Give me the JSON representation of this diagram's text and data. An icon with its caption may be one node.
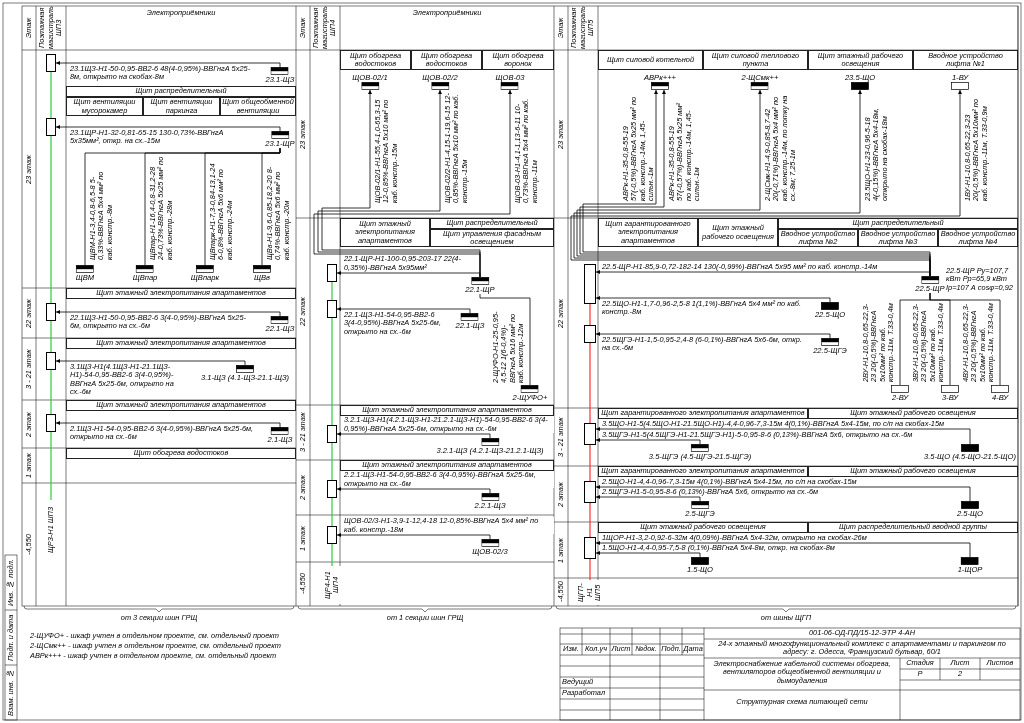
{
  "diagram": {
    "nodes": [
      {
        "text": [],
        "shape": "box"
      },
      {
        "text": [
          "23.1-ЩЗ"
        ]
      },
      {
        "text": [
          "Щит распределительный"
        ]
      },
      {
        "text": [
          "Щит вентиляции мусорокамер"
        ]
      },
      {
        "text": [
          "Щит вентиляции паркинга"
        ]
      },
      {
        "text": [
          "Щит общеобменной вентиляции"
        ]
      },
      {
        "text": [],
        "shape": "box"
      },
      {
        "text": [
          "23.1-ЩР"
        ]
      },
      {
        "text": [
          "ЩВМ"
        ]
      },
      {
        "text": [
          "ЩВпар"
        ]
      },
      {
        "text": [
          "ЩВпарк"
        ]
      },
      {
        "text": [
          "ЩВв"
        ]
      },
      {
        "text": [
          "Щит этажный электропитания апартаментов"
        ]
      },
      {
        "text": [],
        "shape": "box"
      },
      {
        "text": [
          "22.1-ЩЗ"
        ]
      },
      {
        "text": [
          "Щит этажный электропитания апартаментов"
        ]
      },
      {
        "text": [],
        "shape": "box"
      },
      {
        "text": [
          "3.1-ЩЗ (4.1-ЩЗ-21.1-ЩЗ)"
        ]
      },
      {
        "text": [
          "Щит этажный электропитания апартаментов"
        ]
      },
      {
        "text": [],
        "shape": "box"
      },
      {
        "text": [
          "2.1-ЩЗ"
        ]
      },
      {
        "text": [
          "Щит обогрева водостоков"
        ]
      },
      {
        "text": [
          "Щит обогрева водостоков"
        ]
      },
      {
        "text": [
          "Щит обогрева водостоков"
        ]
      },
      {
        "text": [
          "Щит обогрева воронок"
        ]
      },
      {
        "text": [
          "ЩОВ-02/1"
        ]
      },
      {
        "text": [
          "ЩОВ-02/2"
        ]
      },
      {
        "text": [
          "ЩОВ-03"
        ]
      },
      {
        "text": [
          "Щит этажный электропитания апартаментов"
        ]
      },
      {
        "text": [
          "Щит распределительный"
        ]
      },
      {
        "text": [
          "Щит управления фасадным освещением"
        ]
      },
      {
        "text": [],
        "shape": "box"
      },
      {
        "text": [
          "22.1-ЩР"
        ]
      },
      {
        "text": [],
        "shape": "box"
      },
      {
        "text": [
          "22.1-ЩЗ"
        ]
      },
      {
        "text": [
          "2-ЩУФО+"
        ]
      },
      {
        "text": [
          "Щит этажный электропитания апартаментов"
        ]
      },
      {
        "text": [],
        "shape": "box"
      },
      {
        "text": [
          "3.2.1-ЩЗ (4.2.1-ЩЗ-21.2.1-ЩЗ)"
        ]
      },
      {
        "text": [
          "Щит этажный электропитания апартаментов"
        ]
      },
      {
        "text": [],
        "shape": "box"
      },
      {
        "text": [
          "2.2.1-ЩЗ"
        ]
      },
      {
        "text": [],
        "shape": "box"
      },
      {
        "text": [
          "ЩОВ-02/3"
        ]
      },
      {
        "text": [
          "Щит силовой котельной"
        ]
      },
      {
        "text": [
          "Щит силовой теплового пункта"
        ]
      },
      {
        "text": [
          "Щит этажный рабочего освещения"
        ]
      },
      {
        "text": [
          "Вводное устройство лифта №1"
        ]
      },
      {
        "text": [
          "АВРк+++"
        ]
      },
      {
        "text": [
          "2-ЩСмк++"
        ]
      },
      {
        "text": [
          "23.5-ЩО"
        ]
      },
      {
        "text": [
          "1-ВУ"
        ]
      },
      {
        "text": [
          "Щит гарантированного электропитания апартаментов"
        ]
      },
      {
        "text": [
          "Щит этажный рабочего освещения"
        ]
      },
      {
        "text": [
          "Щит распределительный"
        ]
      },
      {
        "text": [
          "Вводное устройство лифта №2"
        ]
      },
      {
        "text": [
          "Вводное устройство лифта №3"
        ]
      },
      {
        "text": [
          "Вводное устройство лифта №4"
        ]
      },
      {
        "text": [],
        "shape": "box"
      },
      {
        "text": [
          "22.5-ЩР"
        ],
        "beside": [
          "22.5-ЩР Ру=107,7 кВт Рр=65,9 кВт Iр=107 А cosφ=0,92"
        ]
      },
      {
        "text": [],
        "shape": "box"
      },
      {
        "text": [
          "22.5-ЩГЭ"
        ]
      },
      {
        "text": [
          "22.5-ЩО"
        ]
      },
      {
        "text": [
          "2-ВУ"
        ]
      },
      {
        "text": [
          "3-ВУ"
        ]
      },
      {
        "text": [
          "4-ВУ"
        ]
      },
      {
        "text": [
          "Щит гарантированного электропитания апартаментов"
        ]
      },
      {
        "text": [
          "Щит этажный рабочего освещения"
        ]
      },
      {
        "text": [],
        "shape": "box"
      },
      {
        "text": [
          "3.5-ЩГЭ (4.5-ЩГЭ-21.5-ЩГЭ)"
        ]
      },
      {
        "text": [
          "3.5-ЩО (4.5-ЩО-21.5-ЩО)"
        ]
      },
      {
        "text": [
          "Щит гарантированного электропитания апартаментов"
        ]
      },
      {
        "text": [
          "Щит этажный рабочего освещения"
        ]
      },
      {
        "text": [],
        "shape": "box"
      },
      {
        "text": [
          "2.5-ЩГЭ"
        ]
      },
      {
        "text": [
          "2.5-ЩО"
        ]
      },
      {
        "text": [
          "Щит этажный рабочего освещения"
        ]
      },
      {
        "text": [
          "Щит распределительный вводной группы"
        ]
      },
      {
        "text": [],
        "shape": "box"
      },
      {
        "text": [
          "1.5-ЩО"
        ]
      },
      {
        "text": [
          "1-ЩОР"
        ]
      },
      {
        "text": [
          "ЩР3-Н1 ШП3"
        ]
      },
      {
        "text": [
          "ЩР4-Н1 ШП4"
        ]
      },
      {
        "text": [
          "ЩГП-Н1 ШП5"
        ]
      }
    ],
    "edges": [
      {
        "from": 1,
        "to": 0,
        "arrow": "to",
        "label": "23.1ЩЗ-Н1-50-0,95-ВВ2-6 48(4-0,95%)-ВВГнгА 5х25-8м, открыто на скобах-8м"
      },
      {
        "from": 7,
        "to": 6,
        "arrow": "to",
        "label": "23.1ЩР-Н1-32-0,81-65-15 130-0,73%-ВВГнгА 5х35мм², откр. на сх.-15м"
      },
      {
        "from": 7,
        "to": 8,
        "arrow": "none",
        "label": "ЩВМ-Н1-3,4-0,8-6,5-8 5-0,33%-ВВГнгА 5х4 мм² по каб. констр.-8м"
      },
      {
        "from": 7,
        "to": 9,
        "arrow": "none",
        "label": "ЩВпар-Н1-16,4-0,8-31,2-28 24-0,73%-ВВГнгА 5х25 мм² по каб. констр.-28м"
      },
      {
        "from": 7,
        "to": 10,
        "arrow": "none",
        "label": "ЩВпарк-Н1-7,3-0,84-13,1-24 6-0,8%-ВВГнгА 5х6 мм² по каб. констр.-24м"
      },
      {
        "from": 7,
        "to": 11,
        "arrow": "none",
        "label": "ЩВв-Н1-9,6-0,85-18,2-20 8-0,74%-ВВГнгА 5х6 мм² по каб. констр.-20м"
      },
      {
        "from": 14,
        "to": 13,
        "arrow": "to",
        "label": "22.1ЩЗ-Н1-50-0,95-ВВ2-6 3(4-0,95%)-ВВГнгА 5х25-6м, открыто на сх.-6м"
      },
      {
        "from": 17,
        "to": 16,
        "arrow": "to",
        "label": "3.1ЩЗ-Н1(4.1ЩЗ-Н1-21.1ЩЗ-Н1)-54-0,95-ВВ2-6 3(4-0,95%)-ВВГнгА 5х25-6м, открыто на сх.-6м"
      },
      {
        "from": 20,
        "to": 19,
        "arrow": "to",
        "label": "2.1ЩЗ-Н1-54-0,95-ВВ2-6 3(4-0,95%)-ВВГнгА 5х25-6м, открыто на сх.-6м"
      },
      {
        "from": 32,
        "to": 25,
        "arrow": "to",
        "label": "ЩОВ-02/1-Н1-55,4-1,0-65,3-15 12-0,85%-ВВГнгА 5х10 мм² по каб. констр.-15м"
      },
      {
        "from": 32,
        "to": 26,
        "arrow": "to",
        "label": "ЩОВ-02/2-Н1-4,15-1-19,6-15 12-0,85%-ВВГнгА 5х10 мм² по каб. констр.-15м"
      },
      {
        "from": 32,
        "to": 27,
        "arrow": "to",
        "label": "ЩОВ-03-Н1-4,1-1,13-6-11 10-0,73%-ВВГнгА 5х4 мм² по каб. констр.-11м"
      },
      {
        "from": 32,
        "to": 31,
        "arrow": "to",
        "label": "22.1-ЩР-Н1-100-0,95-203-17 22(4-0,35%)-ВВГнгА 5х95мм²"
      },
      {
        "from": 32,
        "to": 35,
        "arrow": "none",
        "label": "2-ЩУФО-Н1-25-0,95-4,5-12 1(6-0,4%)-ВВГнгА 5х16 мм² по каб. констр.-12м"
      },
      {
        "from": 34,
        "to": 33,
        "arrow": "to",
        "label": "22.1-ЩЗ-Н1-54-0,95-ВВ2-6 3(4-0,95%)-ВВГнгА 5х25-6м, открыто на сх.-6м"
      },
      {
        "from": 38,
        "to": 37,
        "arrow": "to",
        "label": "3.2.1-ЩЗ-Н1(4.2.1-ЩЗ-Н1-21.2.1-ЩЗ-Н1)-54-0,95-ВВ2-6 3(4-0,95%)-ВВГнгА 5х25-6м, открыто на сх.-6м"
      },
      {
        "from": 41,
        "to": 40,
        "arrow": "to",
        "label": "2.2.1-ЩЗ-Н1-54-0,95-ВВ2-6 3(4-0,95%)-ВВГнгА 5х25-6м, открыто на сх.-6м"
      },
      {
        "from": 43,
        "to": 42,
        "arrow": "to",
        "label": "ЩОВ-02/3-Н1-3,9-1-12,4-18 12-0,85%-ВВГнгА 5х4 мм² по каб. констр.-18м"
      },
      {
        "from": 59,
        "to": 48,
        "arrow": "to",
        "label": "АВРк-Н1-35-0,8-55-19 57(-0,5%)-ВВГнгА 5х25 мм² по каб. констр.-14м, 1,45-сильн.-1м"
      },
      {
        "from": 59,
        "to": 48,
        "arrow": "to",
        "label": "АВРк-Н1-35-0,8-55-19 57(-0,57%)-ВВГнгА 5х25 мм² по каб. констр.-14м, 1,45-сильн.-1м"
      },
      {
        "from": 59,
        "to": 49,
        "arrow": "to",
        "label": "2-ЩСмк-Н1-4,9-0,85-8,7-42 20(-0,71%)-ВВГнгА 5х4 мм² по каб. констр.-14м, по лотку на сх.-8м; 7,25-1м"
      },
      {
        "from": 59,
        "to": 50,
        "arrow": "to",
        "label": "23.5ЩО-Н1-23-0,96-5-18 4(-0,15%)-ВВГнгА 5х4-18м, открыто на скобах-18м"
      },
      {
        "from": 59,
        "to": 51,
        "arrow": "to",
        "label": "1ВУ-Н1-10,8-0,65-22,3-23 20(-0,5%)-ВВГнгА 5х10мм² по каб. констр.-11м, Т.33-0,9м"
      },
      {
        "from": 59,
        "to": 58,
        "arrow": "to",
        "label": "22.5-ЩР-Н1-85,9-0,72-182-14 130(-0,99%)-ВВГнгА 5х95 мм² по каб. констр.-14м"
      },
      {
        "from": 59,
        "to": 63,
        "arrow": "none",
        "label": "2ВУ-Н1-10,8-0,65-22,3-23 20(-0,5%)-ВВГнгА 5х10мм² по каб. констр.-11м, Т.33-0,4м"
      },
      {
        "from": 59,
        "to": 64,
        "arrow": "none",
        "label": "3ВУ-Н1-10,8-0,65-22,3-23 20(-0,5%)-ВВГнгА 5х10мм² по каб. констр.-11м, Т.33-0,4м"
      },
      {
        "from": 59,
        "to": 65,
        "arrow": "none",
        "label": "4ВУ-Н1-10,8-0,65-22,3-23 20(-0,5%)-ВВГнгА 5х10мм² по каб. констр.-11м, Т.33-0,4м"
      },
      {
        "from": 62,
        "to": 58,
        "arrow": "to",
        "label": "22.5ЩО-Н1-1,7-0,96-2,5-8 1(1,1%)-ВВГнгА 5х4 мм² по каб. констр.-8м"
      },
      {
        "from": 61,
        "to": 60,
        "arrow": "to",
        "label": "22.5ЩГЭ-Н1-1,5-0,95-2,4-8 (6-0,1%)-ВВГнгА 5х6-6м, откр. на сх.-6м"
      },
      {
        "from": 69,
        "to": 68,
        "arrow": "to",
        "label": "3.5ЩГЭ-Н1-5(4.5ЩГЭ-Н1-21.5ЩГЭ-Н1)-5-0,95-8-6 (0,13%)-ВВГнгА 5х6, открыто на сх.-6м"
      },
      {
        "from": 70,
        "to": 68,
        "arrow": "to",
        "label": "3.5ЩО-Н1-5(4.5ЩО-Н1-21.5ЩО-Н1)-4,4-0,96-7,3-15м 4(0,1%)-ВВГнгА 5х4-15м, по с/п на скобах-15м"
      },
      {
        "from": 74,
        "to": 73,
        "arrow": "to",
        "label": "2.5ЩГЭ-Н1-5-0,95-8-6 (0,13%)-ВВГнгА 5х6, открыто на сх.-6м"
      },
      {
        "from": 75,
        "to": 73,
        "arrow": "to",
        "label": "2.5ЩО-Н1-4,4-0,96-7,3-15м 4(0,1%)-ВВГнгА 5х4-15м, по с/п на скобах-15м"
      },
      {
        "from": 79,
        "to": 78,
        "arrow": "to",
        "label": "1.5ЩО-Н1-4,4-0,95-7,5-8 (0,1%)-ВВГнгА 5х4-8м, откр. на скобах-8м"
      },
      {
        "from": 80,
        "to": 78,
        "arrow": "to",
        "label": "1ЩОР-Н1-3,2-0,92-6-32м 4(0,09%)-ВВГнгА 5х4-32м, открыто на скобах-26м"
      },
      {
        "from": 81,
        "to": 19,
        "arrow": "none",
        "color": "#2ecc40"
      },
      {
        "from": 19,
        "to": 16,
        "arrow": "none",
        "color": "#2ecc40"
      },
      {
        "from": 16,
        "to": 13,
        "arrow": "none",
        "color": "#2ecc40"
      },
      {
        "from": 13,
        "to": 6,
        "arrow": "none",
        "color": "#2ecc40"
      },
      {
        "from": 6,
        "to": 0,
        "arrow": "none",
        "color": "#2ecc40"
      },
      {
        "from": 82,
        "to": 42,
        "arrow": "none",
        "color": "#2ecc40"
      },
      {
        "from": 42,
        "to": 40,
        "arrow": "none",
        "color": "#2ecc40"
      },
      {
        "from": 40,
        "to": 37,
        "arrow": "none",
        "color": "#2ecc40"
      },
      {
        "from": 37,
        "to": 33,
        "arrow": "none",
        "color": "#2ecc40"
      },
      {
        "from": 33,
        "to": 31,
        "arrow": "none",
        "color": "#2ecc40"
      },
      {
        "from": 83,
        "to": 78,
        "arrow": "none",
        "color": "#ff3030"
      },
      {
        "from": 78,
        "to": 73,
        "arrow": "none",
        "color": "#ff3030"
      },
      {
        "from": 73,
        "to": 68,
        "arrow": "none",
        "color": "#ff3030"
      },
      {
        "from": 68,
        "to": 60,
        "arrow": "none",
        "color": "#ff3030"
      },
      {
        "from": 60,
        "to": 58,
        "arrow": "none",
        "color": "#ff3030"
      }
    ],
    "labels": [
      "Этаж",
      "Поэтажная магистраль ШП3",
      "Электроприёмники",
      "23 этаж",
      "22 этаж",
      "3 - 21 этаж",
      "2 этаж",
      "1 этаж",
      "-4,550",
      "от 3 секции шин ГРЩ",
      "Этаж",
      "Поэтажная магистраль ШП4",
      "Электроприёмники",
      "23 этаж",
      "22 этаж",
      "3 - 21 этаж",
      "2 этаж",
      "1 этаж",
      "-4,550",
      "от 1 секции шин ГРЩ",
      "Этаж",
      "Поэтажная магистраль ШП5",
      "23 этаж",
      "22 этаж",
      "3 - 21 этаж",
      "2 этаж",
      "1 этаж",
      "-4,550",
      "от шины ЩГП",
      "2-ЩУФО+ - шкаф учтен в отдельном проекте, см. отдельный проект",
      "2-ЩСмк++ - шкаф учтен в отдельном проекте, см. отдельный проект",
      "АВРк+++ - шкаф учтен в отдельном проекте, см. отдельный проект",
      "001-06-ОД-ПД/15-12-ЭТР 4-АН",
      "24-х этажный многофункциональный комплекс с апартаментами и паркингом по адресу: г. Одесса, Французский бульвар, 60/1",
      "Электроснабжение кабельной системы обогрева, вентиляторов общеобменной вентиляции и дымоудаления",
      "Стадия",
      "Лист",
      "Листов",
      "Р",
      "2",
      "Структурная схема питающей сети",
      "Изм.",
      "Кол.уч",
      "Лист",
      "№док.",
      "Подп.",
      "Дата",
      "Ведущий",
      "Разработал",
      "Инв. № подл.",
      "Подп. и дата",
      "Взам. инв. №"
    ]
  }
}
